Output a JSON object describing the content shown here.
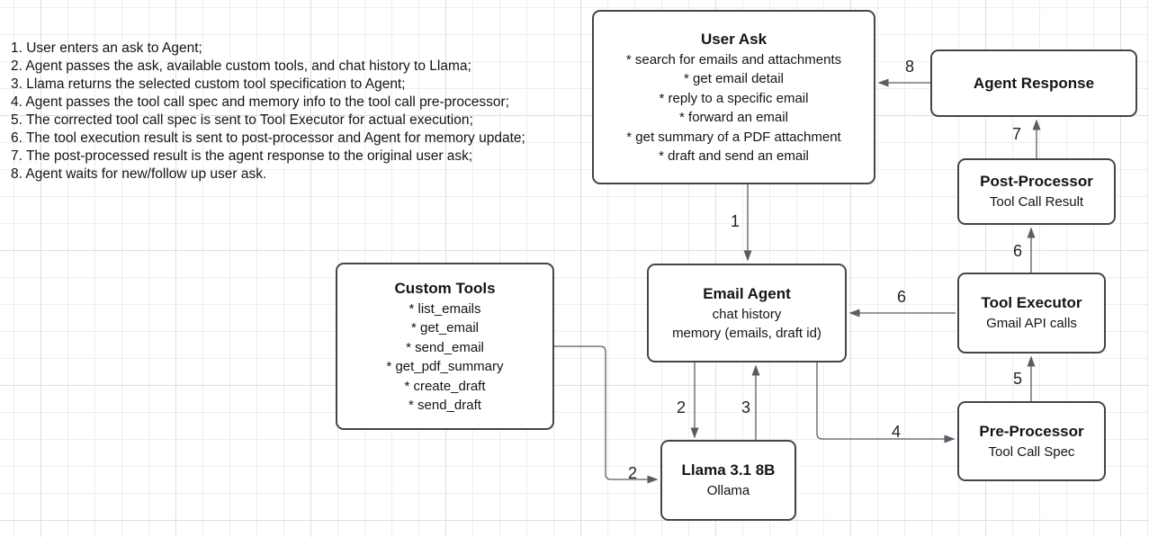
{
  "colors": {
    "background": "#ffffff",
    "grid_minor": "#eeeeee",
    "grid_major": "#dedede",
    "node_border": "#40464c",
    "arrow": "#585e64",
    "text": "#141414"
  },
  "notes": {
    "items": [
      "1. User enters an ask to Agent;",
      "2. Agent passes the ask, available custom tools, and chat history to Llama;",
      "3. Llama returns the selected custom tool specification to Agent;",
      "4. Agent passes the tool call spec and memory info to the tool call pre-processor;",
      "5. The corrected tool call spec is sent to Tool Executor for actual execution;",
      "6. The tool execution result is sent to post-processor and Agent for memory update;",
      "7. The post-processed result is the agent response to the original user ask;",
      "8. Agent waits for new/follow up user ask."
    ]
  },
  "nodes": {
    "user_ask": {
      "title": "User Ask",
      "lines": [
        "* search for emails and attachments",
        "* get email detail",
        "* reply to a specific email",
        "* forward an email",
        "* get summary of a PDF attachment",
        "* draft and send an email"
      ]
    },
    "agent_response": {
      "title": "Agent Response"
    },
    "post_processor": {
      "title": "Post-Processor",
      "subtitle": "Tool Call Result"
    },
    "tool_executor": {
      "title": "Tool Executor",
      "subtitle": "Gmail API calls"
    },
    "pre_processor": {
      "title": "Pre-Processor",
      "subtitle": "Tool Call Spec"
    },
    "email_agent": {
      "title": "Email Agent",
      "lines": [
        "chat history",
        "memory (emails, draft id)"
      ]
    },
    "custom_tools": {
      "title": "Custom Tools",
      "lines": [
        "* list_emails",
        "* get_email",
        "* send_email",
        "* get_pdf_summary",
        "* create_draft",
        "* send_draft"
      ]
    },
    "llama": {
      "title": "Llama 3.1 8B",
      "subtitle": "Ollama"
    }
  },
  "edge_labels": {
    "step1": "1",
    "step2_agent_to_llama": "2",
    "step2_tools_to_llama": "2",
    "step3": "3",
    "step4": "4",
    "step5": "5",
    "step6_to_agent": "6",
    "step6_to_post": "6",
    "step7": "7",
    "step8": "8"
  }
}
